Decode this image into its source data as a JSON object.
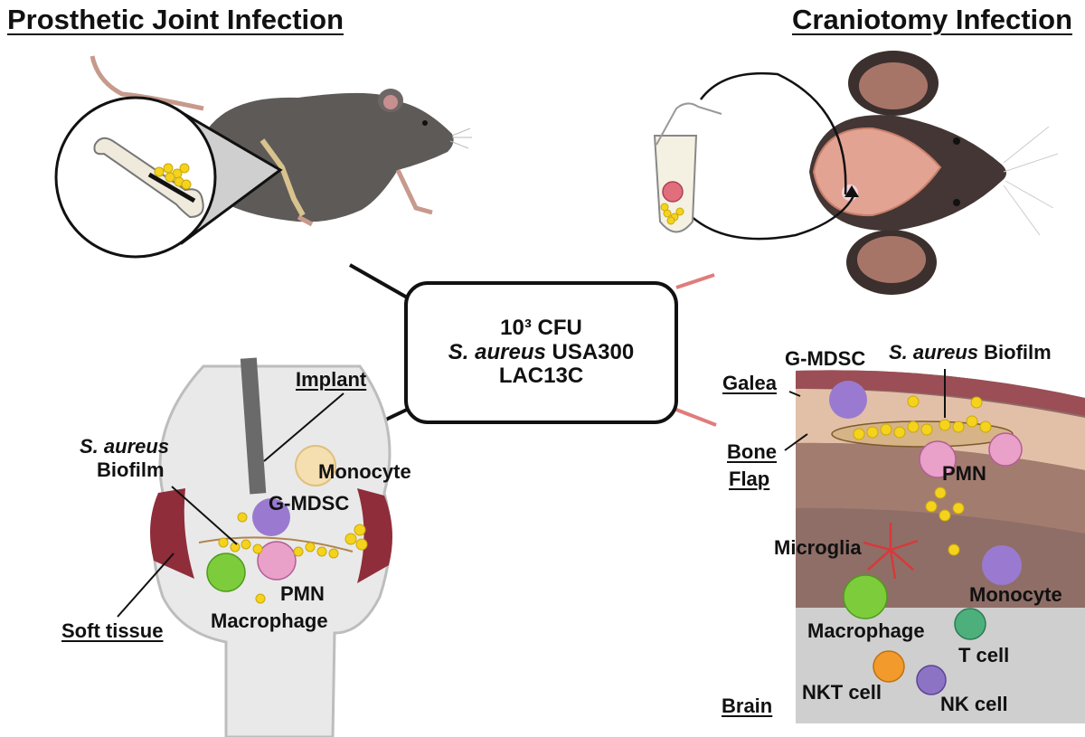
{
  "titles": {
    "left": "Prosthetic Joint Infection",
    "right": "Craniotomy Infection"
  },
  "center": {
    "line1": "10³  CFU",
    "line2_italic": "S. aureus",
    "line2_rest": " USA300",
    "line3": "LAC13C"
  },
  "left_labels": {
    "implant": "Implant",
    "species": "S. aureus",
    "biofilm": "Biofilm",
    "monocyte": "Monocyte",
    "gmdsc": "G-MDSC",
    "pmn": "PMN",
    "macrophage": "Macrophage",
    "soft_tissue": "Soft tissue"
  },
  "right_labels": {
    "gmdsc": "G-MDSC",
    "species": "S. aureus",
    "biofilm": " Biofilm",
    "galea": "Galea",
    "bone": "Bone",
    "flap": "Flap",
    "pmn": "PMN",
    "microglia": "Microglia",
    "monocyte": "Monocyte",
    "macrophage": "Macrophage",
    "tcell": "T cell",
    "nktcell": "NKT cell",
    "nkcell": "NK cell",
    "brain": "Brain"
  },
  "colors": {
    "mouse": "#5e5a58",
    "bacteria": "#f5d31c",
    "tissue_red": "#8f2d3a",
    "pink_cell": "#e9a0c9",
    "green_cell": "#7ccc3c",
    "purple_cell": "#9a7ad0",
    "bone_grey": "#d7d7d7",
    "brain_grey": "#cfcfcf"
  }
}
